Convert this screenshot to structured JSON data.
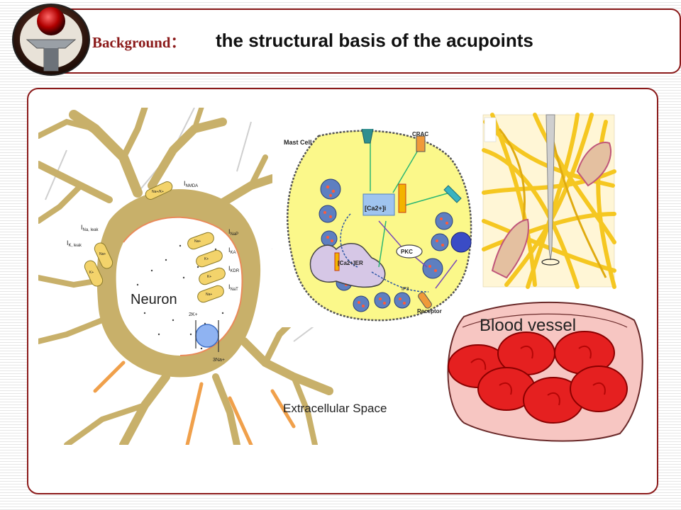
{
  "header": {
    "title_prefix": "Background：",
    "title": "the structural basis of the acupoints"
  },
  "neuron_panel": {
    "cell_label": "Neuron",
    "space_label": "Extracellular Space",
    "current_labels": [
      "I",
      "I",
      "I",
      "I",
      "I",
      "I",
      "I"
    ],
    "current_subs": [
      "NMDA",
      "Na, leak",
      "K, leak",
      "NaP",
      "KA",
      "KDR",
      "NaT"
    ],
    "channel_labels": [
      "Na+/K+",
      "Na+",
      "K+",
      "Na+",
      "K+",
      "K+",
      "Na+"
    ],
    "pump_in": "2K+",
    "pump_out": "3Na+"
  },
  "mast_cell_panel": {
    "cell_label": "Mast Cell",
    "crac_label": "CRAC",
    "calcium_label": "[Ca2+]i",
    "er_label": "[Ca2+]ER",
    "pkc_label": "PKC",
    "ip3_label": "IP3",
    "receptor_label": "Receptor"
  },
  "fiber_panel": {
    "inset_label": ""
  },
  "vessel_panel": {
    "label": "Blood vessel"
  },
  "colors": {
    "accent": "#8b1a1a",
    "neuron": "#c8b06a",
    "mast_cell": "#fbf88a",
    "collagen": "#f5c518",
    "blood_cell": "#e52020"
  }
}
